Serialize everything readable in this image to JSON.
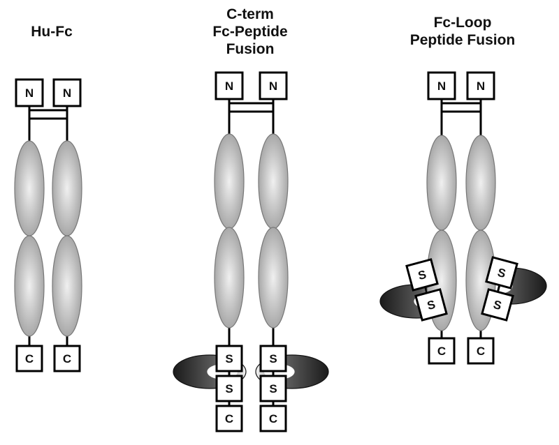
{
  "panels": [
    {
      "id": "hu-fc",
      "title_lines": [
        "Hu-Fc"
      ]
    },
    {
      "id": "c-term",
      "title_lines": [
        "C-term",
        "Fc-Peptide",
        "Fusion"
      ]
    },
    {
      "id": "fc-loop",
      "title_lines": [
        "Fc-Loop",
        "Peptide Fusion"
      ]
    }
  ],
  "labels": {
    "n_terminus": "N",
    "c_terminus": "C",
    "disulfide": "S"
  },
  "colors": {
    "domain_fill_light": "#f0f0f0",
    "domain_fill_dark": "#a8a8a8",
    "peptide_loop_dark": "#1a1a1a",
    "stroke": "#000000"
  }
}
